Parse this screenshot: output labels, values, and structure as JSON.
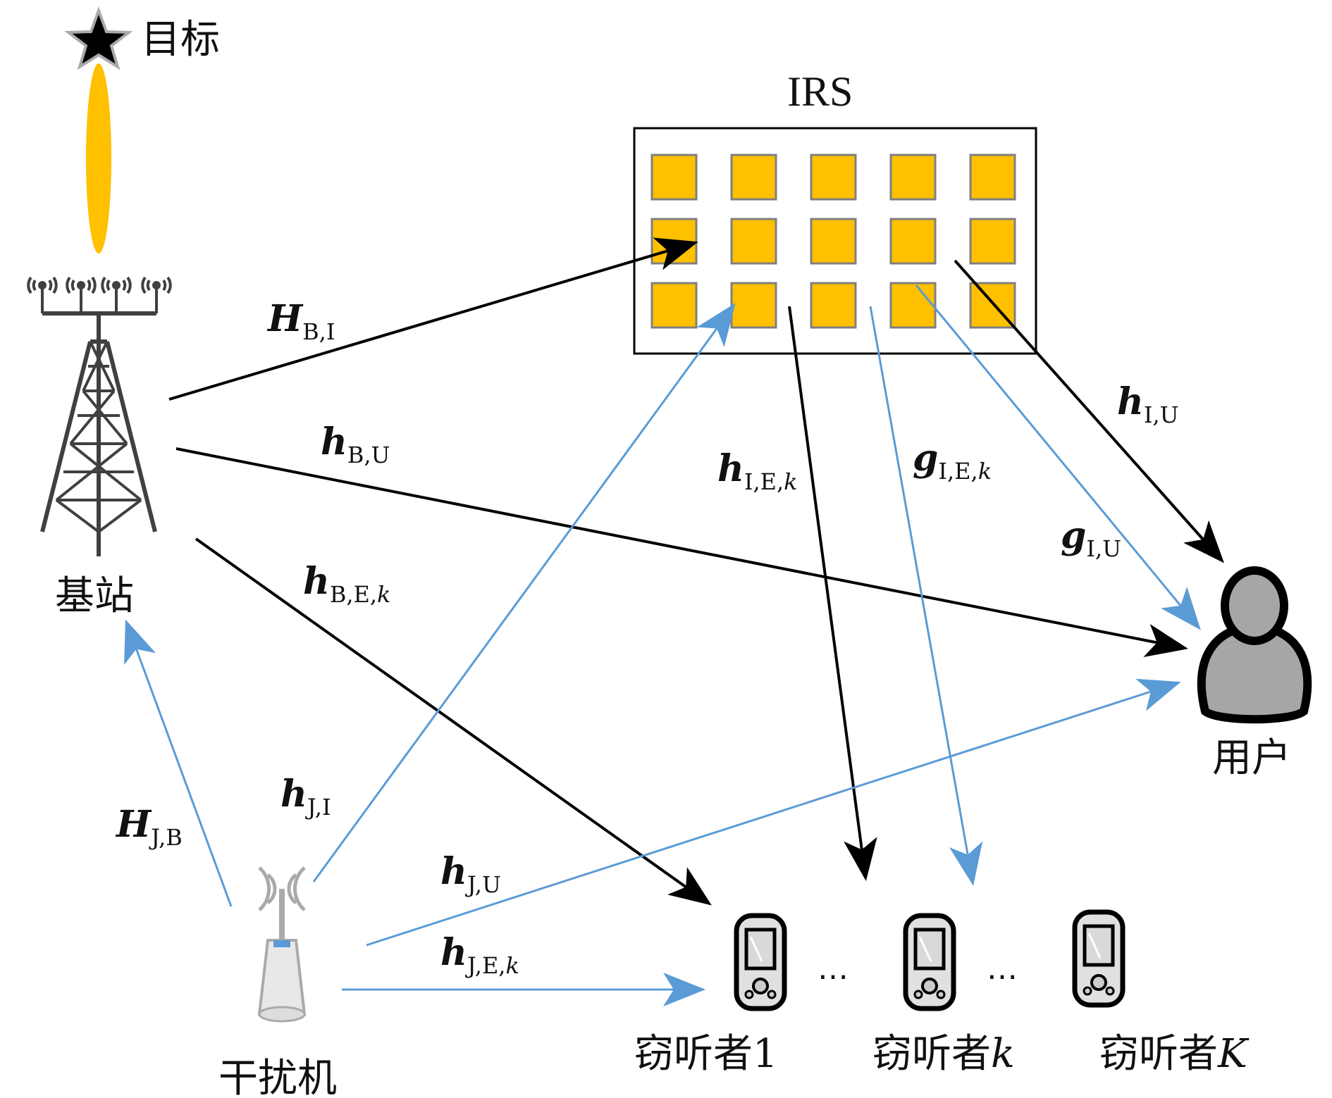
{
  "nodes": {
    "target": "目标",
    "base_station": "基站",
    "irs": "IRS",
    "user": "用户",
    "jammer": "干扰机",
    "eavesdroppers": [
      {
        "prefix": "窃听者",
        "suffix": "1"
      },
      {
        "prefix": "窃听者",
        "suffix": "k"
      },
      {
        "prefix": "窃听者",
        "suffix": "K"
      }
    ],
    "ellipsis": "…"
  },
  "channels": {
    "H_BI": {
      "sym": "H",
      "sub": "B,I"
    },
    "h_BU": {
      "sym": "h",
      "sub": "B,U"
    },
    "h_BEk": {
      "sym": "h",
      "sub": "B,E,",
      "sub_it": "k"
    },
    "h_IEk": {
      "sym": "h",
      "sub": "I,E,",
      "sub_it": "k"
    },
    "g_IEk": {
      "sym": "g",
      "sub": "I,E,",
      "sub_it": "k"
    },
    "h_IU": {
      "sym": "h",
      "sub": "I,U"
    },
    "g_IU": {
      "sym": "g",
      "sub": "I,U"
    },
    "H_JB": {
      "sym": "H",
      "sub": "J,B"
    },
    "h_JI": {
      "sym": "h",
      "sub": "J,I"
    },
    "h_JU": {
      "sym": "h",
      "sub": "J,U"
    },
    "h_JEk": {
      "sym": "h",
      "sub": "J,E,",
      "sub_it": "k"
    }
  },
  "colors": {
    "black_link": "#000000",
    "blue_link": "#5b9bd5",
    "irs_element": "#ffc000",
    "irs_element_border": "#7f7f7f",
    "beam": "#ffc000",
    "user_gray": "#a6a6a6"
  }
}
